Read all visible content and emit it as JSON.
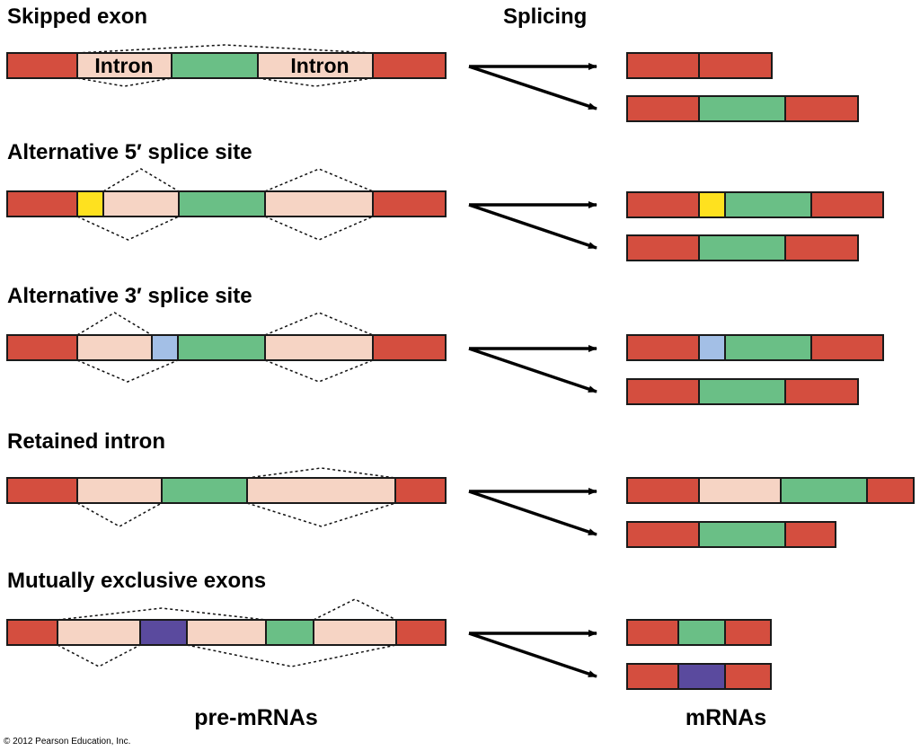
{
  "header": {
    "splicing_label": "Splicing"
  },
  "footer": {
    "pre_mrna_label": "pre-mRNAs",
    "mrna_label": "mRNAs",
    "credit": "© 2012 Pearson Education, Inc."
  },
  "colors": {
    "exon": "#d44e3f",
    "intron": "#f6d4c4",
    "green_exon": "#6abf86",
    "yellow": "#fee11f",
    "light_blue": "#a3bfe6",
    "purple": "#5a4a9e"
  },
  "panels": [
    {
      "id": "skipped-exon",
      "title": "Skipped exon",
      "intron_label": "Intron",
      "pre_mrna": [
        "exon",
        "intron",
        "green_exon",
        "intron",
        "exon"
      ],
      "mrnas": [
        [
          "exon",
          "exon"
        ],
        [
          "exon",
          "green_exon",
          "exon"
        ]
      ]
    },
    {
      "id": "alternative-5-splice-site",
      "title": "Alternative 5′ splice site",
      "pre_mrna": [
        "exon",
        "yellow",
        "intron",
        "green_exon",
        "intron",
        "exon"
      ],
      "mrnas": [
        [
          "exon",
          "yellow",
          "green_exon",
          "exon"
        ],
        [
          "exon",
          "green_exon",
          "exon"
        ]
      ]
    },
    {
      "id": "alternative-3-splice-site",
      "title": "Alternative 3′ splice site",
      "pre_mrna": [
        "exon",
        "intron",
        "light_blue",
        "green_exon",
        "intron",
        "exon"
      ],
      "mrnas": [
        [
          "exon",
          "light_blue",
          "green_exon",
          "exon"
        ],
        [
          "exon",
          "green_exon",
          "exon"
        ]
      ]
    },
    {
      "id": "retained-intron",
      "title": "Retained intron",
      "pre_mrna": [
        "exon",
        "intron",
        "green_exon",
        "intron",
        "exon"
      ],
      "mrnas": [
        [
          "exon",
          "intron",
          "green_exon",
          "exon"
        ],
        [
          "exon",
          "green_exon",
          "exon"
        ]
      ]
    },
    {
      "id": "mutually-exclusive-exons",
      "title": "Mutually exclusive exons",
      "pre_mrna": [
        "exon",
        "intron",
        "purple",
        "intron",
        "green_exon",
        "intron",
        "exon"
      ],
      "mrnas": [
        [
          "exon",
          "green_exon",
          "exon"
        ],
        [
          "exon",
          "purple",
          "exon"
        ]
      ]
    }
  ]
}
